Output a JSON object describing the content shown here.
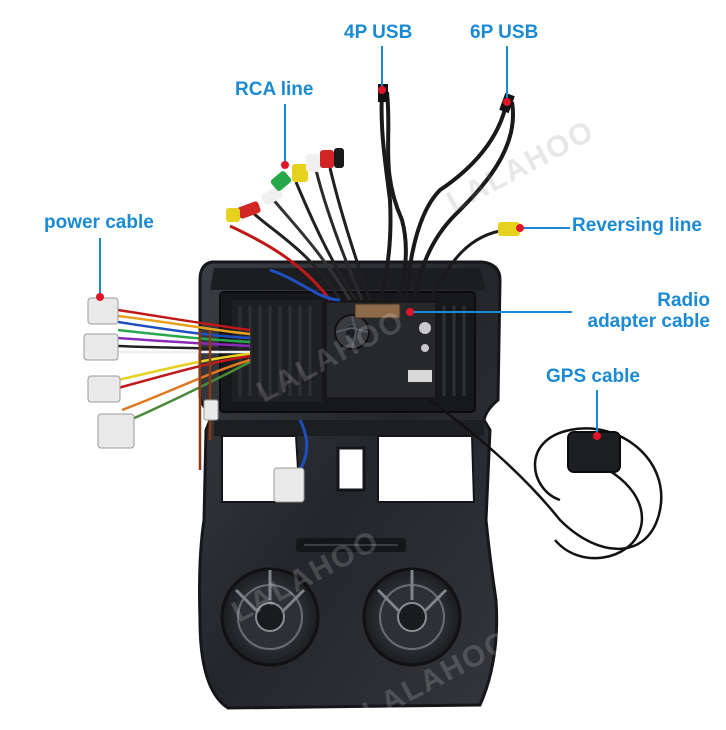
{
  "labels": {
    "usb4p": "4P USB",
    "usb6p": "6P USB",
    "rca": "RCA line",
    "power": "power cable",
    "reversing": "Reversing line",
    "radio_line1": "Radio",
    "radio_line2": "adapter cable",
    "gps": "GPS cable"
  },
  "watermark": "LALAHOO",
  "colors": {
    "label": "#1a8ad4",
    "leader_dot": "#e0152a",
    "frame": "#2a2c31",
    "frame_edge": "#15161a",
    "connector": "#e9e9e9"
  }
}
